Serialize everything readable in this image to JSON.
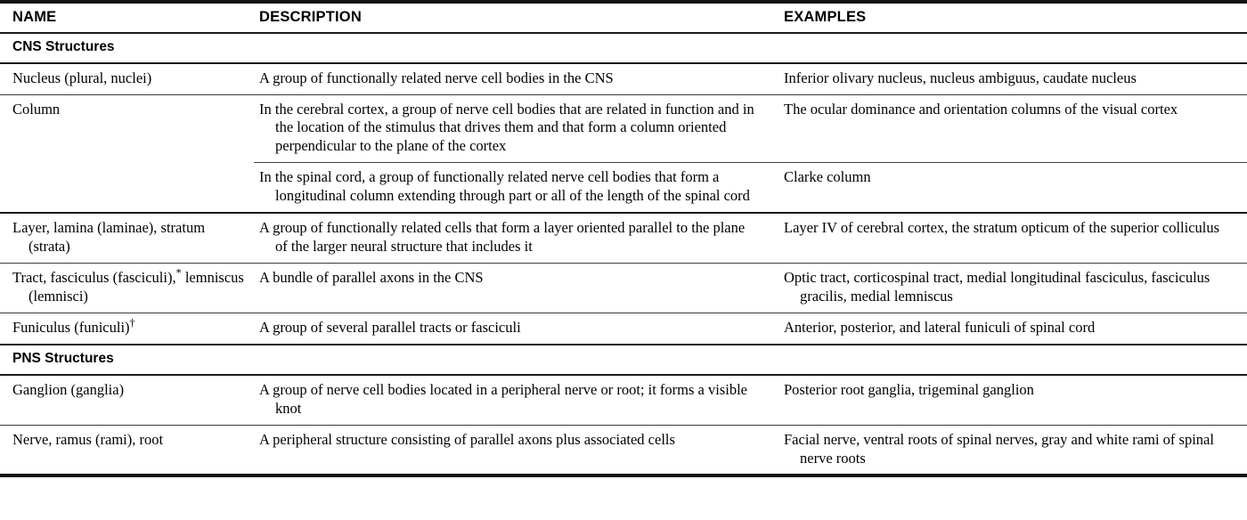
{
  "table": {
    "columns": [
      {
        "key": "name",
        "label": "NAME"
      },
      {
        "key": "description",
        "label": "DESCRIPTION"
      },
      {
        "key": "examples",
        "label": "EXAMPLES"
      }
    ],
    "sections": [
      {
        "heading": "CNS Structures",
        "rows": [
          {
            "name": "Nucleus (plural, nuclei)",
            "description": "A group of functionally related nerve cell bodies in the CNS",
            "examples": "Inferior olivary nucleus, nucleus ambiguus, caudate nucleus"
          },
          {
            "name": "Column",
            "subrows": [
              {
                "description": "In the cerebral cortex, a group of nerve cell bodies that are related in function and in the location of the stimulus that drives them and that form a column oriented perpendicular to the plane of the cortex",
                "examples": "The ocular dominance and orientation columns of the visual cortex"
              },
              {
                "description": "In the spinal cord, a group of functionally related nerve cell bodies that form a longitudinal column extending through part or all of the length of the spinal cord",
                "examples": "Clarke column"
              }
            ]
          },
          {
            "name": "Layer, lamina (laminae), stratum (strata)",
            "description": "A group of functionally related cells that form a layer oriented parallel to the plane of the larger neural structure that includes it",
            "examples": "Layer IV of cerebral cortex, the stratum opticum of the superior colliculus"
          },
          {
            "name": "Tract, fasciculus (fasciculi), lemniscus (lemnisci)",
            "name_prefix": "Tract, fasciculus (fasciculi),",
            "name_footnote": "*",
            "name_suffix": " lemniscus (lemnisci)",
            "description": "A bundle of parallel axons in the CNS",
            "examples": "Optic tract, corticospinal tract, medial longitudinal fasciculus, fasciculus gracilis, medial lemniscus"
          },
          {
            "name": "Funiculus (funiculi)",
            "name_prefix": "Funiculus (funiculi)",
            "name_footnote": "†",
            "name_suffix": "",
            "description": "A group of several parallel tracts or fasciculi",
            "examples": "Anterior, posterior, and lateral funiculi of spinal cord"
          }
        ]
      },
      {
        "heading": "PNS Structures",
        "rows": [
          {
            "name": "Ganglion (ganglia)",
            "description": "A group of nerve cell bodies located in a peripheral nerve or root; it forms a visible knot",
            "examples": "Posterior root ganglia, trigeminal ganglion"
          },
          {
            "name": "Nerve, ramus (rami), root",
            "description": "A peripheral structure consisting of parallel axons plus associated cells",
            "examples": "Facial nerve, ventral roots of spinal nerves, gray and white rami of spinal nerve roots"
          }
        ]
      }
    ]
  },
  "colors": {
    "text": "#000000",
    "rule_heavy": "#111111",
    "rule_light": "#3c3c3c",
    "background": "#ffffff"
  }
}
